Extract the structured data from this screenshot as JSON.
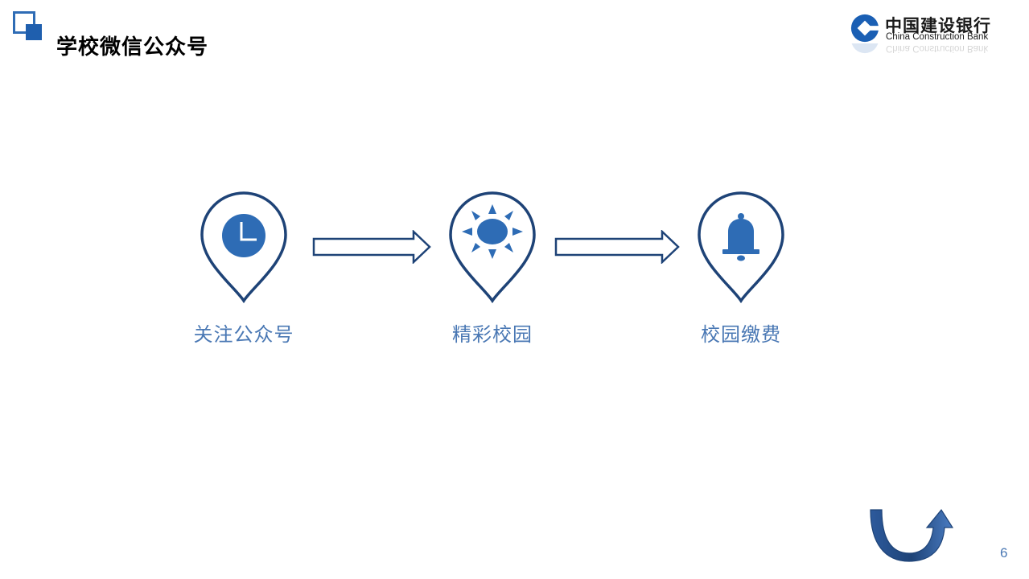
{
  "slide": {
    "title": "学校微信公众号",
    "page_number": "6"
  },
  "brand": {
    "name_cn": "中国建设银行",
    "name_en": "China Construction Bank"
  },
  "steps": [
    {
      "label": "关注公众号",
      "icon": "clock-icon"
    },
    {
      "label": "精彩校园",
      "icon": "sun-icon"
    },
    {
      "label": "校园缴费",
      "icon": "bell-icon"
    }
  ],
  "colors": {
    "pin_stroke": "#1e4377",
    "icon_fill": "#2e6cb5",
    "label_text": "#4a78b4",
    "arrow_stroke": "#1e4377",
    "accent": "#1f5fae"
  }
}
